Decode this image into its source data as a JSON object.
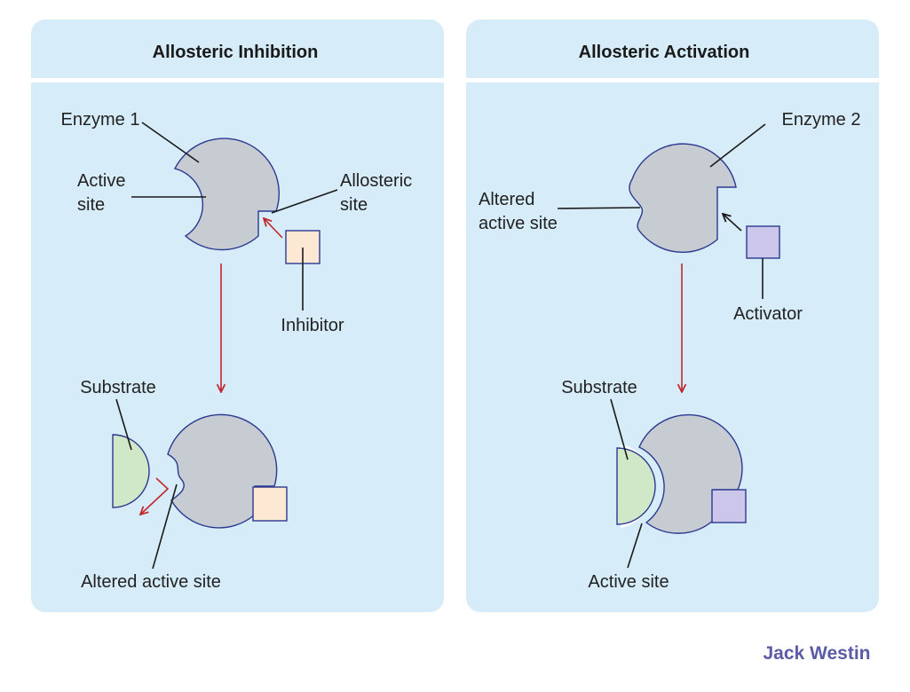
{
  "colors": {
    "panel_bg": "#d6ecf8",
    "separator": "#ffffff",
    "enzyme": "#c6ccd2",
    "outline": "#2b3990",
    "inhibitor": "#fde8d3",
    "activator": "#cbc6ea",
    "substrate": "#d0e7c8",
    "arrow_red": "#c1272d",
    "brand": "#5b5ba6"
  },
  "left": {
    "title": "Allosteric Inhibition",
    "enzyme": "Enzyme 1",
    "active_site": [
      "Active",
      "site"
    ],
    "allosteric_site": [
      "Allosteric",
      "site"
    ],
    "inhibitor": "Inhibitor",
    "substrate": "Substrate",
    "altered_active_site": "Altered active site"
  },
  "right": {
    "title": "Allosteric Activation",
    "enzyme": "Enzyme 2",
    "altered_active_site": [
      "Altered",
      "active site"
    ],
    "activator": "Activator",
    "substrate": "Substrate",
    "active_site": "Active site"
  },
  "brand": "Jack Westin"
}
